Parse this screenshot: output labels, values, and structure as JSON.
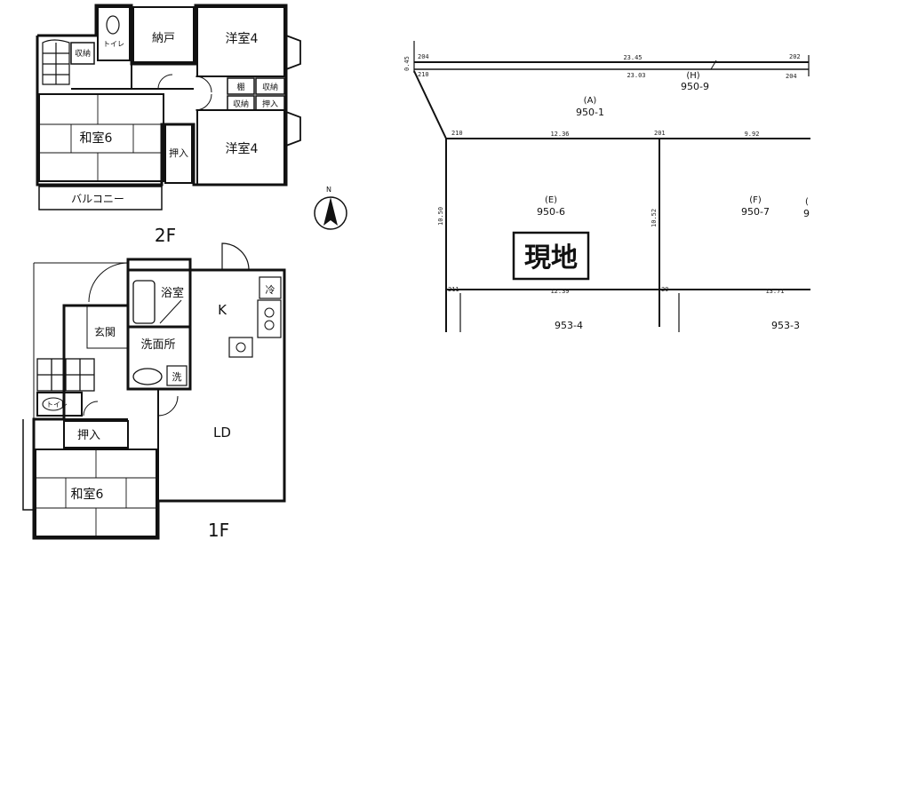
{
  "floor_plan": {
    "floor2": {
      "label": "2F",
      "rooms": {
        "storage_left": "収納",
        "toilet": "トイレ",
        "nando": "納戸",
        "western_top": "洋室4",
        "western_bottom": "洋室4",
        "shelf": "棚",
        "storage_right_a": "収納",
        "storage_right_b": "収納",
        "closet_small": "押入",
        "japanese": "和室6",
        "oshiire": "押入",
        "balcony": "バルコニー"
      }
    },
    "floor1": {
      "label": "1F",
      "rooms": {
        "bath": "浴室",
        "kitchen": "K",
        "fridge": "冷",
        "entrance": "玄関",
        "washroom": "洗面所",
        "washer": "洗",
        "toilet": "トイレ",
        "oshiire": "押入",
        "living": "LD",
        "japanese": "和室6"
      }
    },
    "compass": "N"
  },
  "site_map": {
    "location_label": "現地",
    "parcels": {
      "A": {
        "tag": "(A)",
        "number": "950-1"
      },
      "H": {
        "tag": "(H)",
        "number": "950-9"
      },
      "E": {
        "tag": "(E)",
        "number": "950-6"
      },
      "F": {
        "tag": "(F)",
        "number": "950-7"
      },
      "G_partial": {
        "tag": "(",
        "number": "9"
      },
      "S1": {
        "number": "953-4"
      },
      "S2": {
        "number": "953-3"
      }
    },
    "dimensions": {
      "top_outer": "23.45",
      "top_inner": "23.03",
      "top_left_small": "0.45",
      "mid_left": "12.36",
      "mid_right": "9.92",
      "left_height": "10.50",
      "mid_height": "10.52",
      "bottom_left": "12.39",
      "bottom_right": "13.71"
    },
    "point_marks": {
      "p1": "204",
      "p2": "210",
      "p3": "210",
      "p4": "202",
      "p5": "204",
      "p6": "201",
      "p7": "211",
      "p8": "29"
    }
  }
}
